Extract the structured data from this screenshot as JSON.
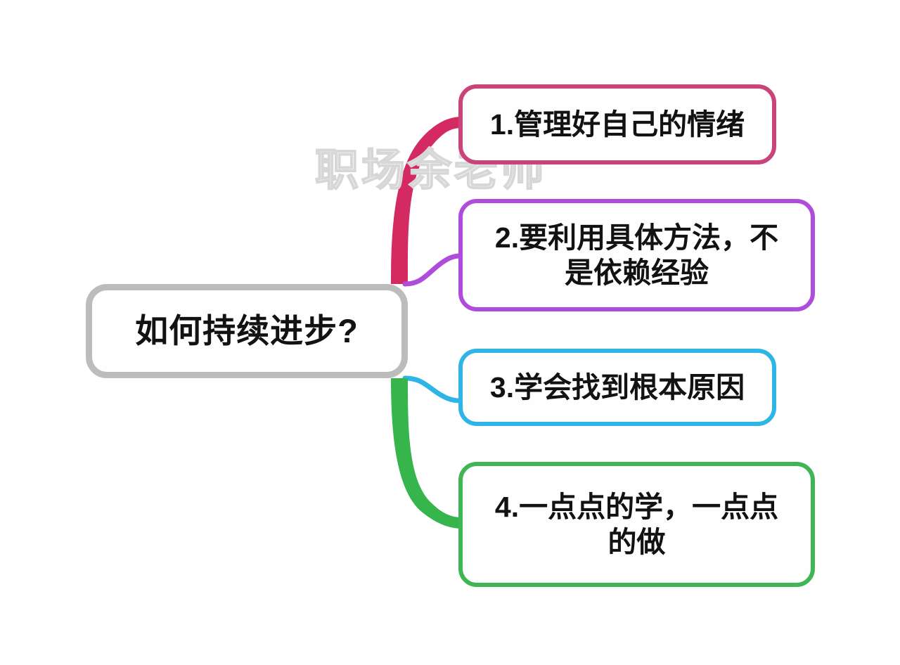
{
  "diagram": {
    "type": "mind-map",
    "background": "#ffffff",
    "watermark": {
      "text": "职场余老师",
      "color": "#d7d7d7"
    },
    "root": {
      "label": "如何持续进步?",
      "border_color": "#bcbcbc",
      "fill": "#fefeff"
    },
    "branches": [
      {
        "index": "1",
        "label": "1.管理好自己的情绪",
        "border_color": "#c9447b",
        "connector_color": "#d32a62",
        "connector_name": "connector-pink"
      },
      {
        "index": "2",
        "label": "2.要利用具体方法，不\n是依赖经验",
        "border_color": "#b04cdb",
        "connector_color": "#b04cdb",
        "connector_name": "connector-purple"
      },
      {
        "index": "3",
        "label": "3.学会找到根本原因",
        "border_color": "#2fb4e6",
        "connector_color": "#2fb4e6",
        "connector_name": "connector-cyan"
      },
      {
        "index": "4",
        "label": "4.一点点的学，一点点\n的做",
        "border_color": "#3fb553",
        "connector_color": "#35b54b",
        "connector_name": "connector-green"
      }
    ]
  }
}
